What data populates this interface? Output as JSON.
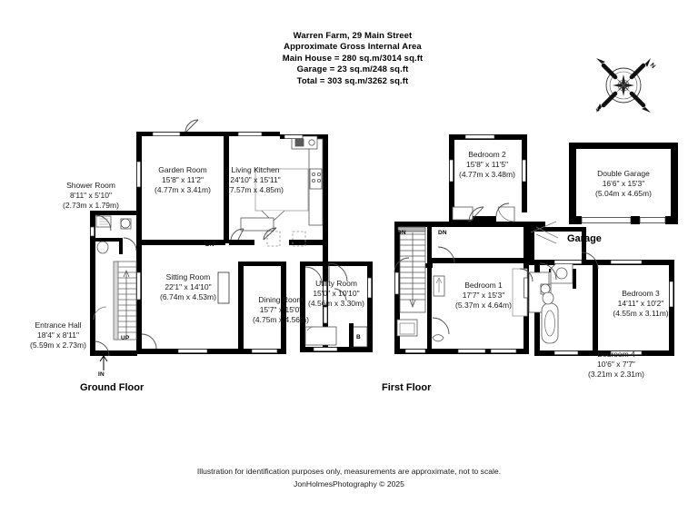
{
  "title": {
    "line1": "Warren Farm, 29 Main Street",
    "line2": "Approximate Gross Internal Area",
    "line3": "Main House = 280 sq.m/3014 sq.ft",
    "line4": "Garage = 23 sq.m/248 sq.ft",
    "line5": "Total = 303 sq.m/3262 sq.ft"
  },
  "floors": {
    "ground": "Ground Floor",
    "first": "First Floor",
    "garage": "Garage"
  },
  "rooms": {
    "shower_room": {
      "name": "Shower Room",
      "imperial": "8'11\" x 5'10\"",
      "metric": "(2.73m x 1.79m)"
    },
    "garden_room": {
      "name": "Garden Room",
      "imperial": "15'8\" x 11'2\"",
      "metric": "(4.77m x 3.41m)"
    },
    "living_kitchen": {
      "name": "Living Kitchen",
      "imperial": "24'10\" x 15'11\"",
      "metric": "(7.57m x 4.85m)"
    },
    "sitting_room": {
      "name": "Sitting Room",
      "imperial": "22'1\" x 14'10\"",
      "metric": "(6.74m x 4.53m)"
    },
    "dining_room": {
      "name": "Dining Room",
      "imperial": "15'7\" x 15'0\"",
      "metric": "(4.75m x 4.56m)"
    },
    "utility_room": {
      "name": "Utility Room",
      "imperial": "15'0\" x 10'10\"",
      "metric": "(4.56m x 3.30m)"
    },
    "entrance_hall": {
      "name": "Entrance Hall",
      "imperial": "18'4\" x 8'11\"",
      "metric": "(5.59m x 2.73m)"
    },
    "bedroom_1": {
      "name": "Bedroom 1",
      "imperial": "17'7\" x 15'3\"",
      "metric": "(5.37m x 4.64m)"
    },
    "bedroom_2": {
      "name": "Bedroom 2",
      "imperial": "15'8\" x 11'5\"",
      "metric": "(4.77m x 3.48m)"
    },
    "bedroom_3": {
      "name": "Bedroom 3",
      "imperial": "14'11\" x 10'2\"",
      "metric": "(4.55m x 3.11m)"
    },
    "bedroom_4": {
      "name": "Bedroom 4",
      "imperial": "10'6\" x 7'7\"",
      "metric": "(3.21m x 2.31m)"
    },
    "double_garage": {
      "name": "Double Garage",
      "imperial": "16'6\" x 15'3\"",
      "metric": "(5.04m x 4.65m)"
    }
  },
  "markers": {
    "up": "UP",
    "dn_left": "DN",
    "dn_right": "DN",
    "dn_ground": "DN",
    "boiler": "B",
    "entry": "IN"
  },
  "compass": {
    "north": "N",
    "south": "S"
  },
  "footer": {
    "line1": "Illustration for identification purposes only, measurements are approximate, not to scale.",
    "line2": "JonHolmesPhotography © 2025"
  },
  "colors": {
    "wall": "#000000",
    "fixture_line": "#4a4a4a",
    "background": "#ffffff",
    "text": "#1a1a1a"
  }
}
